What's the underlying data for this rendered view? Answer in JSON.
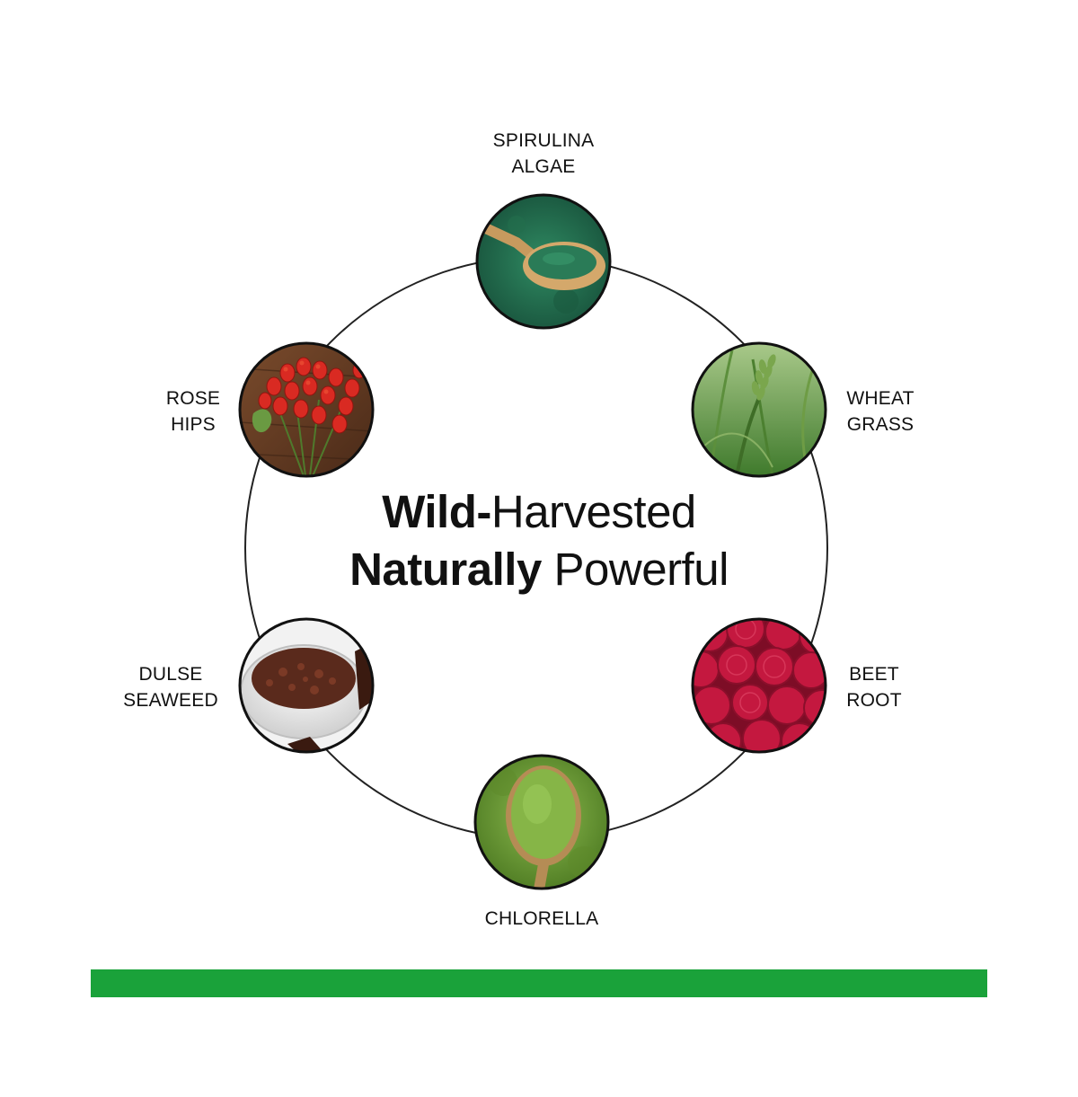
{
  "headline": {
    "line1_bold": "Wild-",
    "line1_rest": "Harvested",
    "line2_bold": "Naturally",
    "line2_rest": "Powerful"
  },
  "ingredients": [
    {
      "id": "spirulina",
      "label_lines": [
        "SPIRULINA",
        "ALGAE"
      ],
      "icon": "spirulina-powder-spoon-icon"
    },
    {
      "id": "wheatgrass",
      "label_lines": [
        "WHEAT",
        "GRASS"
      ],
      "icon": "wheat-grass-field-icon"
    },
    {
      "id": "beetroot",
      "label_lines": [
        "BEET",
        "ROOT"
      ],
      "icon": "beet-slices-icon"
    },
    {
      "id": "chlorella",
      "label_lines": [
        "CHLORELLA"
      ],
      "icon": "chlorella-powder-spoon-icon"
    },
    {
      "id": "dulse",
      "label_lines": [
        "DULSE",
        "SEAWEED"
      ],
      "icon": "dulse-flakes-bowl-icon"
    },
    {
      "id": "rosehips",
      "label_lines": [
        "ROSE",
        "HIPS"
      ],
      "icon": "rose-hips-berries-icon"
    }
  ],
  "colors": {
    "bar": "#1aa23a",
    "ring": "#222222",
    "spirulina": "#1f6b4a",
    "wheatgrass": "#5e8f3a",
    "beetroot": "#b0153a",
    "chlorella": "#6f9a34",
    "dulse": "#5a2a1c",
    "rosehips": "#d2261e"
  }
}
